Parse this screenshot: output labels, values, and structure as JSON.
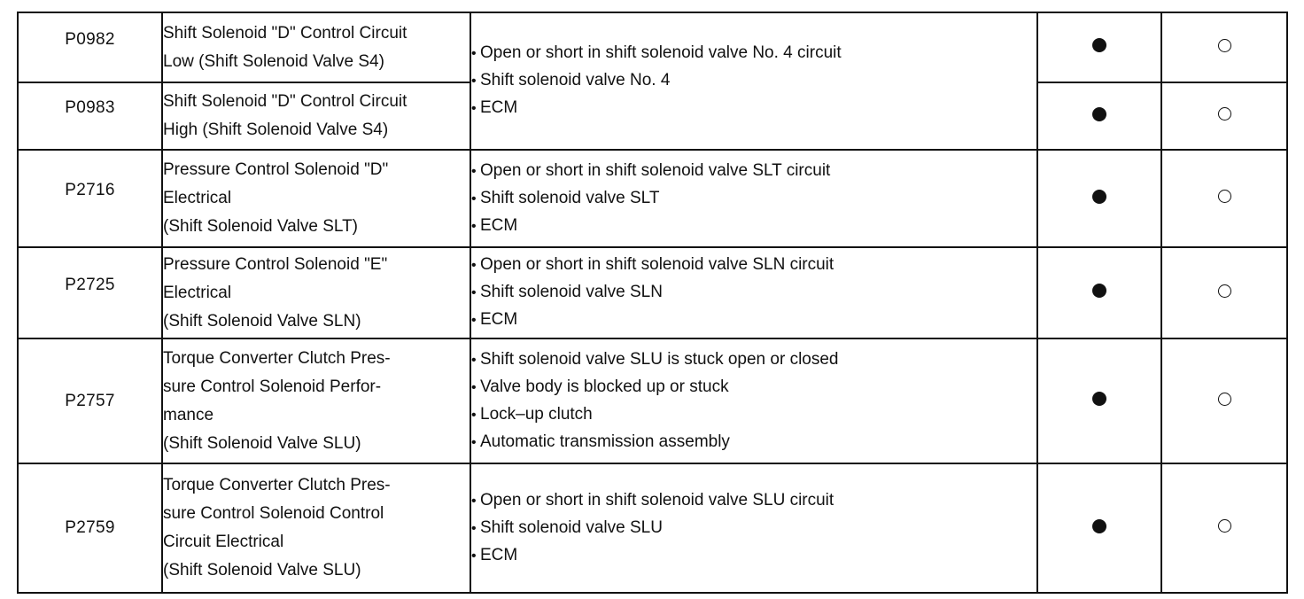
{
  "rows": [
    {
      "code": "P0982",
      "detection_item": [
        "Shift Solenoid \"D\" Control Circuit",
        "Low (Shift Solenoid Valve S4)"
      ],
      "trouble_area": [
        "Open or short in shift solenoid valve No. 4 circuit",
        "Shift solenoid valve No. 4",
        "ECM"
      ],
      "mil": "filled-circle-icon",
      "memory": "open-circle-icon"
    },
    {
      "code": "P0983",
      "detection_item": [
        "Shift Solenoid \"D\" Control Circuit",
        "High (Shift Solenoid Valve S4)"
      ],
      "mil": "filled-circle-icon",
      "memory": "open-circle-icon"
    },
    {
      "code": "P2716",
      "detection_item": [
        "Pressure Control Solenoid \"D\"",
        "Electrical",
        "(Shift Solenoid Valve SLT)"
      ],
      "trouble_area": [
        "Open or short in shift solenoid valve SLT circuit",
        "Shift solenoid valve SLT",
        "ECM"
      ],
      "mil": "filled-circle-icon",
      "memory": "open-circle-icon"
    },
    {
      "code": "P2725",
      "detection_item": [
        "Pressure Control Solenoid \"E\"",
        "Electrical",
        "(Shift Solenoid Valve SLN)"
      ],
      "trouble_area": [
        "Open or short in shift solenoid valve SLN circuit",
        "Shift solenoid valve SLN",
        "ECM"
      ],
      "mil": "filled-circle-icon",
      "memory": "open-circle-icon"
    },
    {
      "code": "P2757",
      "detection_item": [
        "Torque Converter Clutch Pres-",
        "sure Control Solenoid Perfor-",
        "mance",
        "(Shift Solenoid Valve SLU)"
      ],
      "trouble_area": [
        "Shift solenoid valve SLU is stuck open or closed",
        "Valve body is blocked up or stuck",
        "Lock–up clutch",
        "Automatic transmission assembly"
      ],
      "mil": "filled-circle-icon",
      "memory": "open-circle-icon"
    },
    {
      "code": "P2759",
      "detection_item": [
        "Torque Converter Clutch Pres-",
        "sure Control Solenoid Control",
        "Circuit Electrical",
        "(Shift Solenoid Valve SLU)"
      ],
      "trouble_area": [
        "Open or short in shift solenoid valve SLU circuit",
        "Shift solenoid valve SLU",
        "ECM"
      ],
      "mil": "filled-circle-icon",
      "memory": "open-circle-icon"
    }
  ]
}
